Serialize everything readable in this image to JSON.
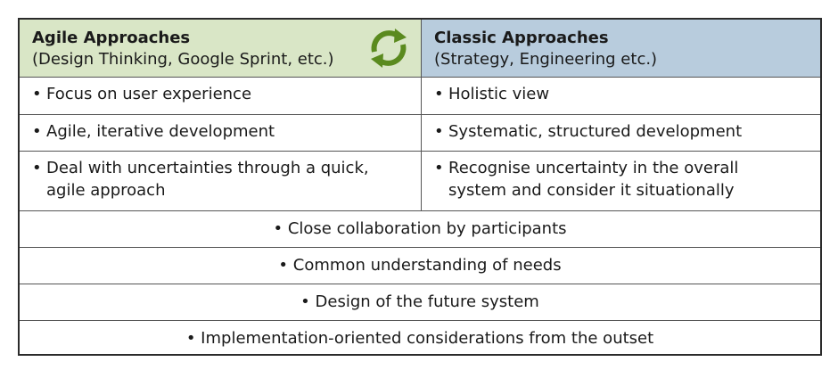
{
  "header": {
    "agile_title": "Agile Approaches",
    "agile_sub": "(Design Thinking, Google Sprint, etc.)",
    "classic_title": "Classic Approaches",
    "classic_sub": "(Strategy, Engineering etc.)",
    "agile_color": "#d9e6c6",
    "classic_color": "#b8ccdd",
    "cycle_icon": "cycle-arrows-icon",
    "cycle_color": "#5a8a1e"
  },
  "bullet": "•",
  "pairs": [
    {
      "agile": "Focus on user experience",
      "classic": "Holistic view"
    },
    {
      "agile": "Agile, iterative development",
      "classic": "Systematic, structured development"
    },
    {
      "agile_l1": "Deal with uncertainties through a quick,",
      "agile_l2": "agile approach",
      "classic_l1": "Recognise uncertainty in the overall",
      "classic_l2": "system and consider it situationally"
    }
  ],
  "shared": [
    "Close collaboration by participants",
    "Common understanding of needs",
    "Design of the future system",
    "Implementation-oriented considerations from the outset"
  ]
}
